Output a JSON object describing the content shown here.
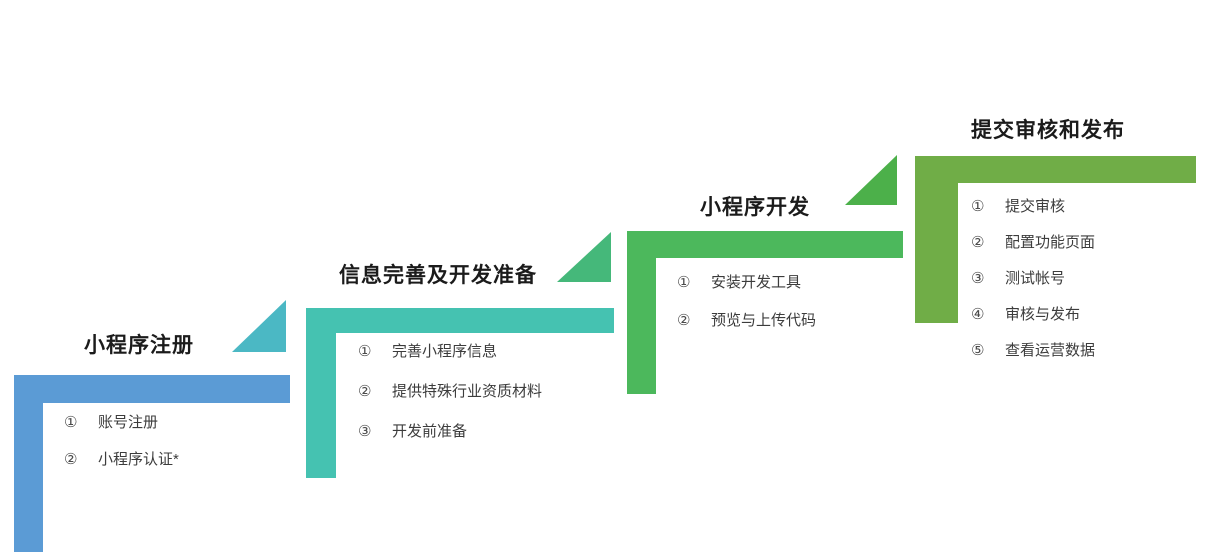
{
  "diagram": {
    "type": "staircase-process",
    "background": "#ffffff",
    "steps": [
      {
        "index": 1,
        "title": "小程序注册",
        "color": "#5B9BD5",
        "items": [
          {
            "marker": "①",
            "label": "账号注册"
          },
          {
            "marker": "②",
            "label": "小程序认证*"
          }
        ]
      },
      {
        "index": 2,
        "title": "信息完善及开发准备",
        "color": "#45C2B1",
        "items": [
          {
            "marker": "①",
            "label": "完善小程序信息"
          },
          {
            "marker": "②",
            "label": "提供特殊行业资质材料"
          },
          {
            "marker": "③",
            "label": "开发前准备"
          }
        ]
      },
      {
        "index": 3,
        "title": "小程序开发",
        "color": "#4CB85C",
        "items": [
          {
            "marker": "①",
            "label": "安装开发工具"
          },
          {
            "marker": "②",
            "label": "预览与上传代码"
          }
        ]
      },
      {
        "index": 4,
        "title": "提交审核和发布",
        "color": "#70AD47",
        "items": [
          {
            "marker": "①",
            "label": "提交审核"
          },
          {
            "marker": "②",
            "label": "配置功能页面"
          },
          {
            "marker": "③",
            "label": "测试帐号"
          },
          {
            "marker": "④",
            "label": "审核与发布"
          },
          {
            "marker": "⑤",
            "label": "查看运营数据"
          }
        ]
      }
    ],
    "connectors": [
      {
        "index": 1,
        "from_step": 1,
        "to_step": 2,
        "color": "#4BB8C4"
      },
      {
        "index": 2,
        "from_step": 2,
        "to_step": 3,
        "color": "#45B87A"
      },
      {
        "index": 3,
        "from_step": 3,
        "to_step": 4,
        "color": "#4CB04A"
      }
    ]
  }
}
